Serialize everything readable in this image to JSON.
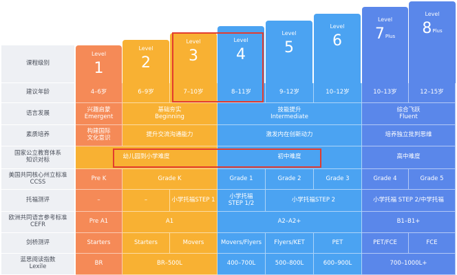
{
  "levels": [
    {
      "word": "Level",
      "num": "1",
      "plus": ""
    },
    {
      "word": "Level",
      "num": "2",
      "plus": ""
    },
    {
      "word": "Level",
      "num": "3",
      "plus": ""
    },
    {
      "word": "Level",
      "num": "4",
      "plus": ""
    },
    {
      "word": "Level",
      "num": "5",
      "plus": ""
    },
    {
      "word": "Level",
      "num": "6",
      "plus": ""
    },
    {
      "word": "Level",
      "num": "7",
      "plus": "Plus"
    },
    {
      "word": "Level",
      "num": "8",
      "plus": "Plus"
    }
  ],
  "row_labels": {
    "course_level": "课程级别",
    "age": "建议年龄",
    "language": "语言发展",
    "literacy": "素质培养",
    "national_line1": "国家公立教育体系",
    "national_line2": "知识对标",
    "ccss_line1": "美国共同核心州立标准",
    "ccss_line2": "CCSS",
    "toefl": "托福测评",
    "cefr_line1": "欧洲共同语言参考标准",
    "cefr_line2": "CEFR",
    "cambridge": "剑桥测评",
    "lexile_line1": "蓝思阅读指数",
    "lexile_line2": "Lexile"
  },
  "ages": [
    "4–6岁",
    "6–9岁",
    "7–10岁",
    "8–11岁",
    "9–12岁",
    "10–12岁",
    "10–13岁",
    "12–15岁"
  ],
  "language": {
    "c1_cn": "兴趣启蒙",
    "c1_en": "Emergent",
    "c2_cn": "基础夯实",
    "c2_en": "Beginning",
    "c3_cn": "技能提升",
    "c3_en": "Intermediate",
    "c4_cn": "综合飞跃",
    "c4_en": "Fluent"
  },
  "literacy": {
    "c1_line1": "构建国际",
    "c1_line2": "文化意识",
    "c2": "提升交流沟通能力",
    "c3": "激发内在创新动力",
    "c4": "培养独立批判思维"
  },
  "national": {
    "c1": "幼儿园到小学难度",
    "c2": "初中难度",
    "c3": "高中难度"
  },
  "ccss": {
    "c1": "Pre K",
    "c2": "Grade K",
    "c3": "Grade 1",
    "c4": "Grade 2",
    "c5": "Grade 3",
    "c6": "Grade 4",
    "c7": "Grade 5"
  },
  "toefl": {
    "c1": "–",
    "c2": "–",
    "c3": "小学托福STEP 1",
    "c4_line1": "小学托福",
    "c4_line2": "STEP 1/2",
    "c5": "小学托福STEP 2",
    "c6": "小学托福 STEP 2/中学托福"
  },
  "cefr": {
    "c1": "Pre A1",
    "c2": "A1",
    "c3": "A2–A2+",
    "c4": "B1–B1+"
  },
  "cambridge": {
    "c1": "Starters",
    "c2": "Starters",
    "c3": "Movers",
    "c4": "Movers/Flyers",
    "c5": "Flyers/KET",
    "c6": "PET",
    "c7": "PET/FCE",
    "c8": "FCE"
  },
  "lexile": {
    "c1": "BR",
    "c2": "BR–500L",
    "c3": "400–700L",
    "c4": "500–800L",
    "c5": "600–900L",
    "c6": "700–1000L+"
  },
  "colors": {
    "orange": "#f58a57",
    "yellow": "#f8b133",
    "blue": "#4ba3f2",
    "indigo": "#5a87ea",
    "highlight": "#e23b2e"
  }
}
